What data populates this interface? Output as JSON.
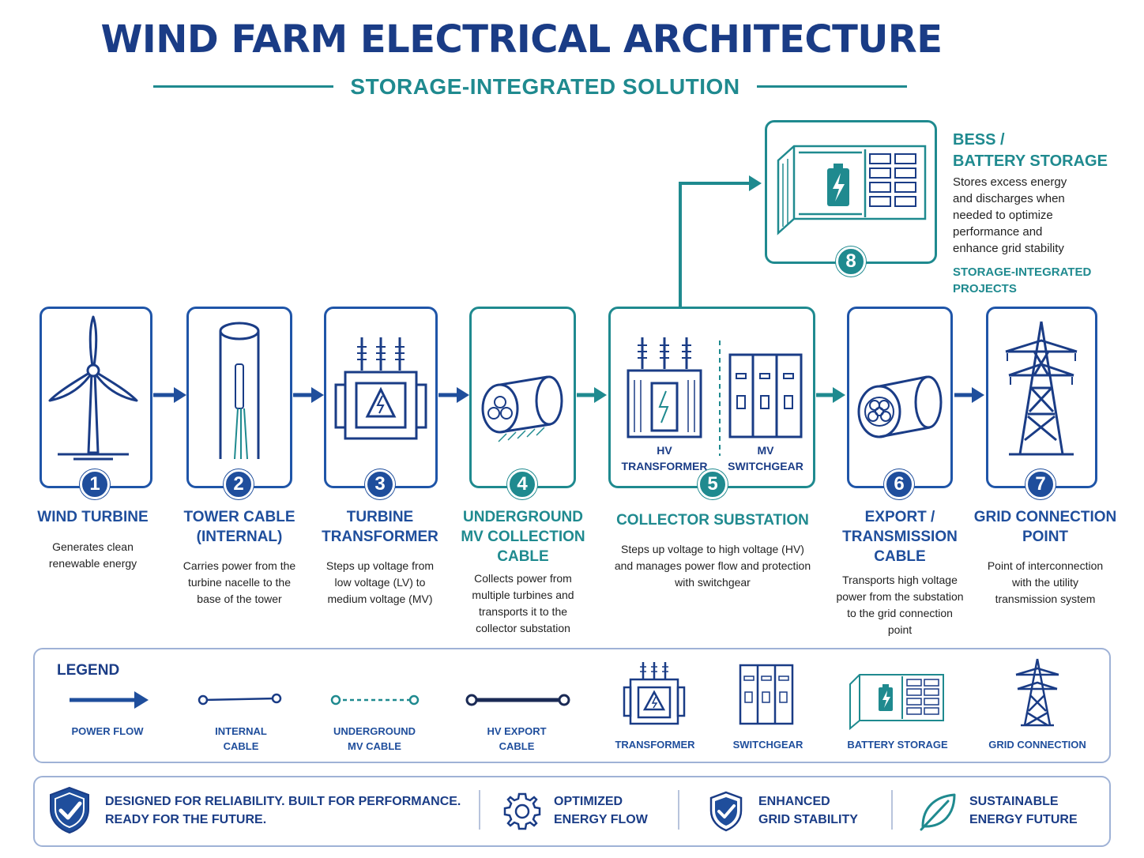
{
  "header": {
    "title": "WIND FARM ELECTRICAL ARCHITECTURE",
    "subtitle": "STORAGE-INTEGRATED SOLUTION"
  },
  "colors": {
    "navy": "#1a3c86",
    "blue": "#1f55a8",
    "teal": "#1f8a8f"
  },
  "steps": [
    {
      "num": "1",
      "label": [
        "WIND TURBINE"
      ],
      "desc": [
        "Generates clean",
        "renewable energy"
      ]
    },
    {
      "num": "2",
      "label": [
        "TOWER CABLE",
        "(INTERNAL)"
      ],
      "desc": [
        "Carries power from the",
        "turbine nacelle to the",
        "base of the tower"
      ]
    },
    {
      "num": "3",
      "label": [
        "TURBINE",
        "TRANSFORMER"
      ],
      "desc": [
        "Steps up voltage from",
        "low voltage (LV) to",
        "medium voltage (MV)"
      ]
    },
    {
      "num": "4",
      "label": [
        "UNDERGROUND",
        "MV COLLECTION",
        "CABLE"
      ],
      "desc": [
        "Collects power from",
        "multiple turbines and",
        "transports it to the",
        "collector substation"
      ]
    },
    {
      "num": "5",
      "label": [
        "COLLECTOR SUBSTATION"
      ],
      "desc": [
        "Steps up voltage to high voltage (HV)",
        "and manages power flow and protection",
        "with switchgear"
      ],
      "inner": {
        "left": [
          "HV",
          "TRANSFORMER"
        ],
        "right": [
          "MV",
          "SWITCHGEAR"
        ]
      }
    },
    {
      "num": "6",
      "label": [
        "EXPORT /",
        "TRANSMISSION",
        "CABLE"
      ],
      "desc": [
        "Transports high voltage",
        "power from the substation",
        "to the grid connection",
        "point"
      ]
    },
    {
      "num": "7",
      "label": [
        "GRID CONNECTION",
        "POINT"
      ],
      "desc": [
        "Point of interconnection",
        "with the utility",
        "transmission system"
      ]
    },
    {
      "num": "8"
    }
  ],
  "bess": {
    "title": [
      "BESS /",
      "BATTERY STORAGE"
    ],
    "desc": [
      "Stores excess energy",
      "and discharges when",
      "needed to optimize",
      "performance and",
      "enhance grid stability"
    ],
    "tag": [
      "STORAGE-INTEGRATED",
      "PROJECTS"
    ]
  },
  "legend": {
    "title": "LEGEND",
    "items": [
      [
        "POWER FLOW"
      ],
      [
        "INTERNAL",
        "CABLE"
      ],
      [
        "UNDERGROUND",
        "MV CABLE"
      ],
      [
        "HV EXPORT",
        "CABLE"
      ],
      [
        "TRANSFORMER"
      ],
      [
        "SWITCHGEAR"
      ],
      [
        "BATTERY STORAGE"
      ],
      [
        "GRID CONNECTION"
      ]
    ]
  },
  "footer": {
    "tagline": [
      "DESIGNED FOR RELIABILITY. BUILT FOR PERFORMANCE.",
      "READY FOR THE FUTURE."
    ],
    "features": [
      {
        "icon": "gear-icon",
        "text": [
          "OPTIMIZED",
          "ENERGY FLOW"
        ]
      },
      {
        "icon": "shield-check-icon",
        "text": [
          "ENHANCED",
          "GRID STABILITY"
        ]
      },
      {
        "icon": "leaf-icon",
        "text": [
          "SUSTAINABLE",
          "ENERGY FUTURE"
        ]
      }
    ]
  }
}
